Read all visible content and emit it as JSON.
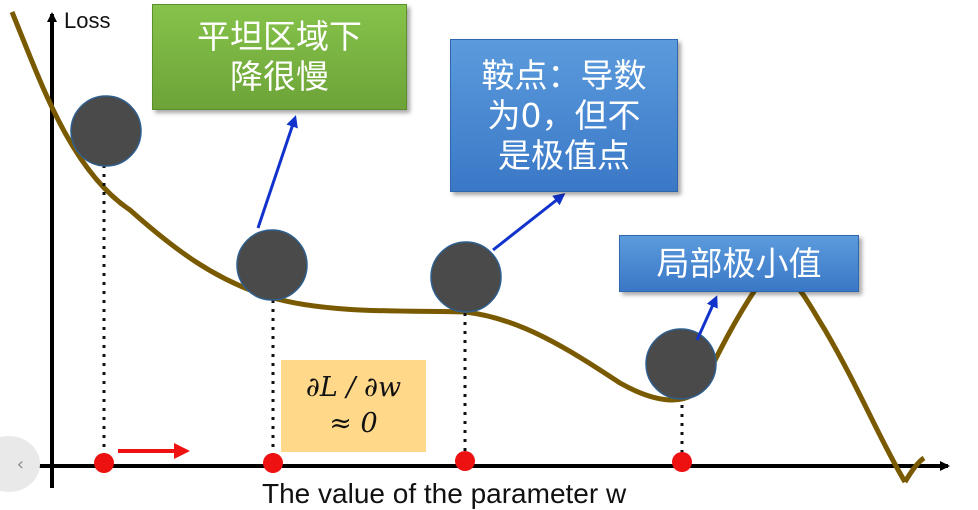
{
  "y_axis_label": "Loss",
  "x_axis_label_partial": "The value of the parameter w",
  "callouts": {
    "plateau_line1": "平坦区域下",
    "plateau_line2": "降很慢",
    "saddle_line1": "鞍点：导数",
    "saddle_line2": "为0，但不",
    "saddle_line3": "是极值点",
    "local_min": "局部极小值"
  },
  "derivative": {
    "line1": "∂L / ∂w",
    "line2": "≈ 0"
  },
  "nav": {
    "back_glyph": "‹"
  },
  "colors": {
    "curve": "#7a5a00",
    "ball": "#4a4a4a",
    "ball_edge": "#2f5f8f",
    "dot": "#ee1111",
    "arrow_blue": "#1133cc",
    "arrow_red": "#ee1111",
    "plateau_box": "#6da338",
    "info_box": "#3a78c7",
    "derivative_box": "#ffd88a"
  }
}
